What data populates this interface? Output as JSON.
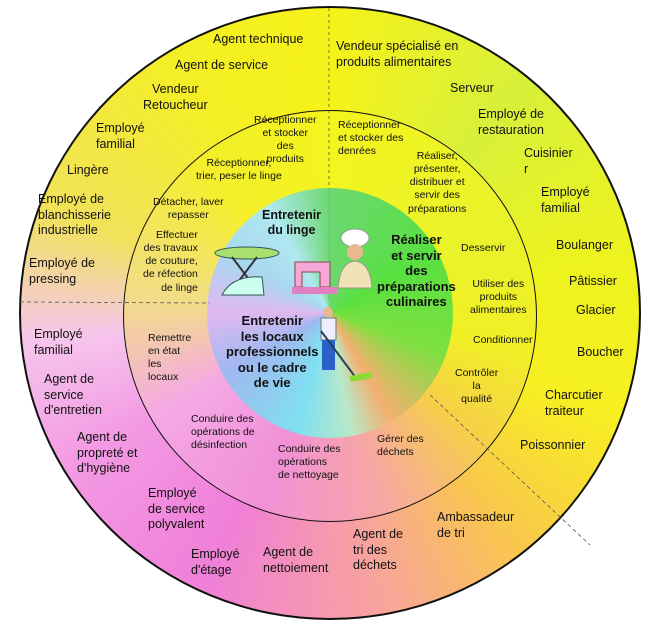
{
  "outer_jobs": [
    "Agent  technique",
    "Agent de service",
    "Vendeur\nRetoucheur",
    "Employé\nfamilial",
    "Lingère",
    "Employé de\nblanchisserie\nindustrielle",
    "Employé de\npressing",
    "Employé\nfamilial",
    "Agent de\nservice\nd'entretien",
    "Agent de\npropreté et\nd'hygiène",
    "Employé\nde service\npolyvalent",
    "Employé\nd'étage",
    "Agent de\nnettoiement",
    "Agent de\ntri des\ndéchets",
    "Ambassadeur\nde tri",
    "Poissonnier",
    "Charcutier\ntraiteur",
    "Boucher",
    "Glacier",
    "Pâtissier",
    "Boulanger",
    "Employé\nfamilial",
    "Cuisinier\nr",
    "Employé de\nrestauration",
    "Serveur",
    "Vendeur  spécialisé  en\nproduits  alimentaires"
  ],
  "activities": [
    "Réceptionner\net stocker\ndes\nproduits",
    "Réceptionner,\ntrier, peser  le linge",
    "Détacher, laver\nrepasser",
    "Effectuer\ndes travaux\nde couture,\nde réfection\nde linge",
    "Réceptionner\net stocker des\ndenrées",
    "Réaliser,\nprésenter,\ndistribuer et\nservir des\npréparations",
    "Desservir",
    "Utiliser des\nproduits\nalimentaires",
    "Conditionner",
    "Contrôler\nla\nqualité",
    "Gérer des\ndéchets",
    "Conduire des\nopérations\nde nettoyage",
    "Conduire des\nopérations de\ndésinfection",
    "Remettre\nen état\nles\nlocaux"
  ],
  "domains": [
    "Entretenir\ndu linge",
    "Réaliser\net servir\ndes\npréparations\nculinaires",
    "Entretenir\nles locaux\nprofessionnels\nou le cadre\nde vie"
  ],
  "icons": [
    "ironing-board-icon",
    "sewing-machine-icon",
    "chef-icon",
    "cleaner-with-broom-icon"
  ]
}
